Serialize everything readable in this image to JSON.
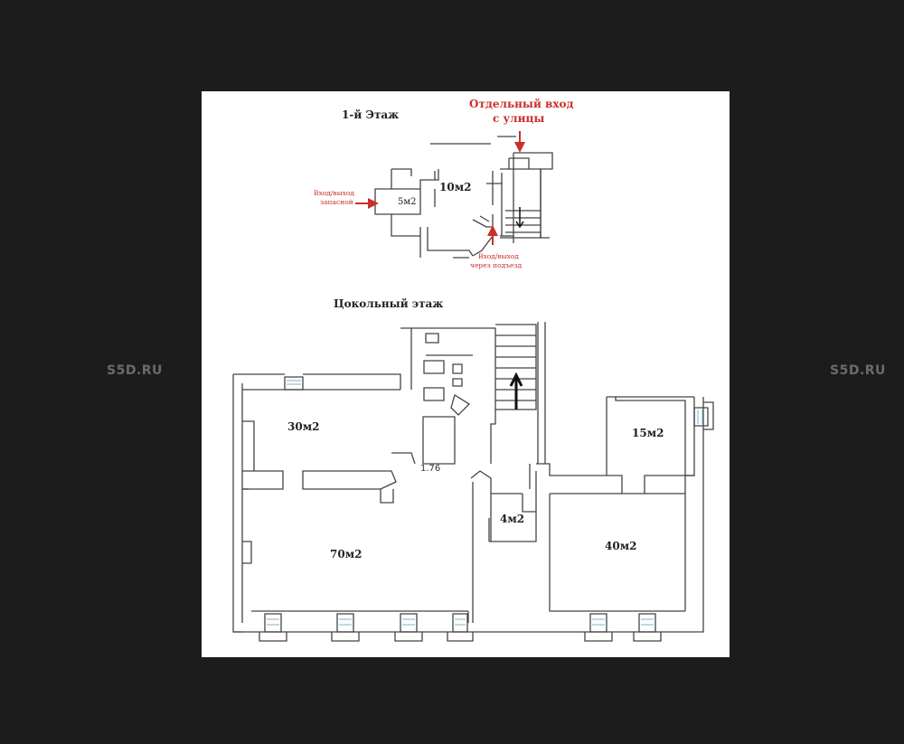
{
  "watermark": "S5D.RU",
  "first_floor": {
    "title": "1-й Этаж",
    "separate_entrance": [
      "Отдельный вход",
      "с улицы"
    ],
    "emergency_exit": [
      "Вход/выход",
      "запасной"
    ],
    "entrance_porch": [
      "Вход/выход",
      "через подъезд"
    ],
    "rooms": [
      "5м2",
      "10м2"
    ]
  },
  "basement": {
    "title": "Цокольный этаж",
    "rooms": [
      "30м2",
      "70м2",
      "4м2",
      "15м2",
      "40м2"
    ],
    "dimension": "1.76"
  },
  "colors": {
    "background": "#1d1c1c",
    "wall": "#444444",
    "arrow": "#c8302c"
  }
}
